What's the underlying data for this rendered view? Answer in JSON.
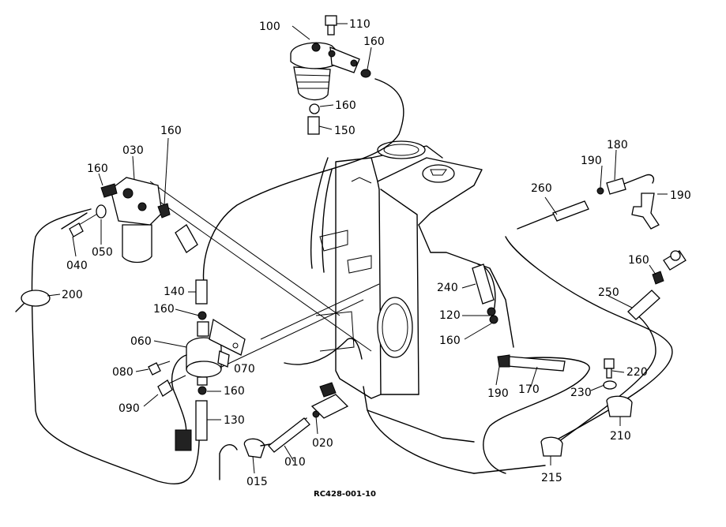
{
  "diagram": {
    "drawing_code": "RC428-001-10",
    "callouts": {
      "p100": "100",
      "p110": "110",
      "p160_top": "160",
      "p160_mid": "160",
      "p150": "150",
      "p030": "030",
      "p160_filter_l": "160",
      "p160_filter_r": "160",
      "p040": "040",
      "p050": "050",
      "p200": "200",
      "p140": "140",
      "p160_pump_top": "160",
      "p060": "060",
      "p070": "070",
      "p080": "080",
      "p090": "090",
      "p160_pump_bot": "160",
      "p130": "130",
      "p015": "015",
      "p010": "010",
      "p020": "020",
      "p240": "240",
      "p120": "120",
      "p160_tank": "160",
      "p190_bot": "190",
      "p170": "170",
      "p260": "260",
      "p190_top": "190",
      "p180": "180",
      "p190_r": "190",
      "p160_right": "160",
      "p250": "250",
      "p220": "220",
      "p230": "230",
      "p210": "210",
      "p215": "215"
    }
  }
}
